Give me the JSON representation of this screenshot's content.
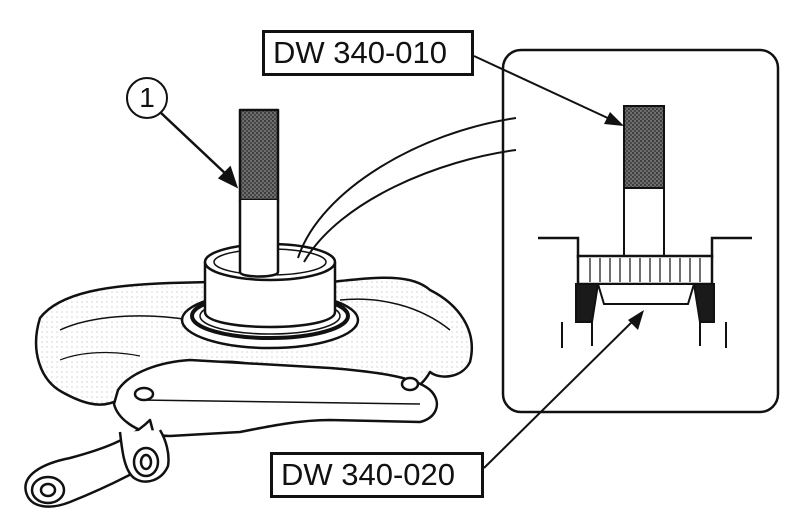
{
  "callout": "1",
  "labels": {
    "top": "DW 340-010",
    "bottom": "DW 340-020"
  },
  "colors": {
    "ink": "#111111",
    "paper": "#ffffff",
    "shade": "#9a9a9a"
  }
}
